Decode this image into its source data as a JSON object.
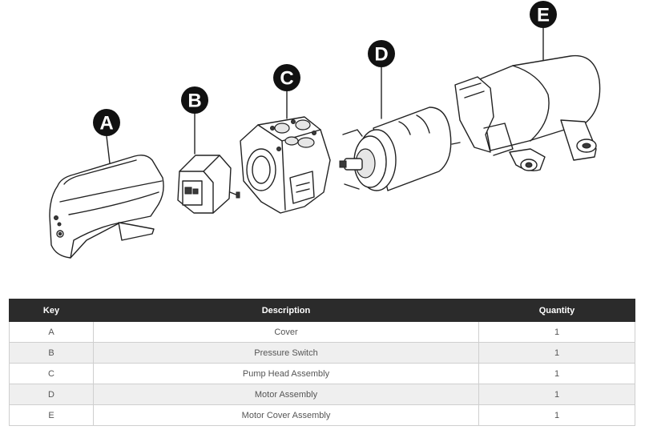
{
  "diagram": {
    "callouts": [
      {
        "letter": "A"
      },
      {
        "letter": "B"
      },
      {
        "letter": "C"
      },
      {
        "letter": "D"
      },
      {
        "letter": "E"
      }
    ]
  },
  "table": {
    "headers": {
      "key": "Key",
      "description": "Description",
      "quantity": "Quantity"
    },
    "rows": [
      {
        "key": "A",
        "description": "Cover",
        "quantity": "1"
      },
      {
        "key": "B",
        "description": "Pressure Switch",
        "quantity": "1"
      },
      {
        "key": "C",
        "description": "Pump Head Assembly",
        "quantity": "1"
      },
      {
        "key": "D",
        "description": "Motor Assembly",
        "quantity": "1"
      },
      {
        "key": "E",
        "description": "Motor Cover Assembly",
        "quantity": "1"
      }
    ]
  },
  "colors": {
    "header_bg": "#2b2b2b",
    "header_text": "#ffffff",
    "row_alt": "#efefef",
    "border": "#cfcfcf",
    "callout": "#111111"
  }
}
